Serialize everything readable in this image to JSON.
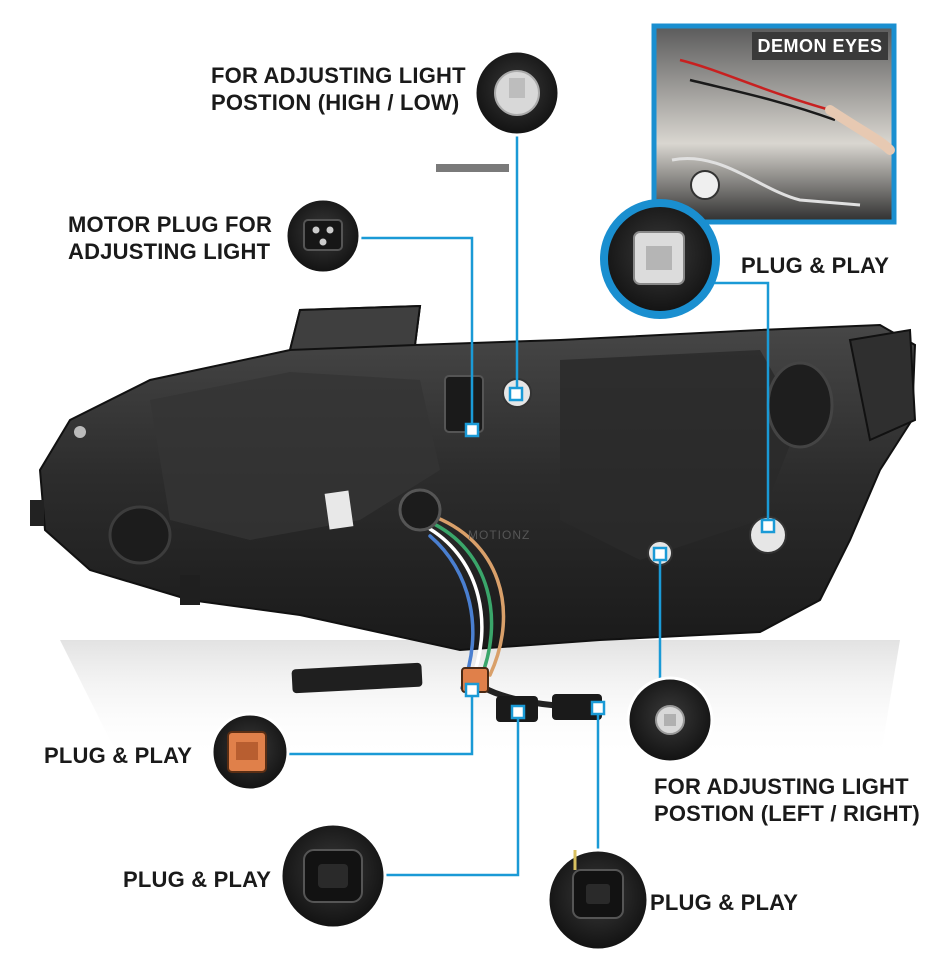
{
  "callouts": {
    "high_low": {
      "line1": "FOR ADJUSTING LIGHT",
      "line2": "POSTION (HIGH / LOW)"
    },
    "motor_plug": {
      "line1": "MOTOR PLUG FOR",
      "line2": "ADJUSTING LIGHT"
    },
    "plug_play_top": "PLUG & PLAY",
    "plug_play_left": "PLUG & PLAY",
    "left_right": {
      "line1": "FOR ADJUSTING LIGHT",
      "line2": "POSTION (LEFT / RIGHT)"
    },
    "plug_play_bottom_left": "PLUG & PLAY",
    "plug_play_bottom_right": "PLUG & PLAY"
  },
  "inset": {
    "tag": "DEMON EYES"
  },
  "watermark": "MOTIONZ",
  "colors": {
    "callout_blue": "#1a9ad6",
    "label_text": "#1a1a1a",
    "housing": "#2b2b2b",
    "connector_orange": "#e0804a"
  }
}
